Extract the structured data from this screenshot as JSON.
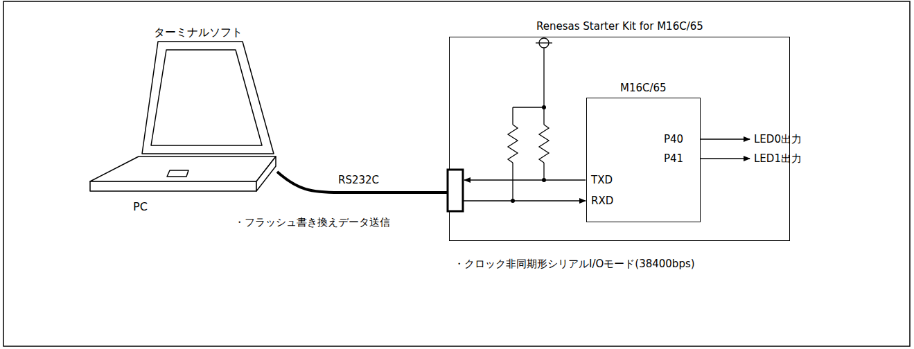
{
  "diagram": {
    "nodes": [
      {
        "text": [
          "ターミナルソフト",
          "PC"
        ]
      },
      {
        "text": [
          "Renesas Starter Kit for M16C/65"
        ]
      },
      {
        "text": [
          "M16C/65"
        ],
        "in": 1
      }
    ],
    "edges": [
      {
        "from": 0,
        "to": 1,
        "arrow": "none",
        "label": "RS232C"
      }
    ],
    "labels": [
      "P40",
      "P41",
      "TXD",
      "RXD",
      "LED0出力",
      "LED1出力",
      "・フラッシュ書き換えデータ送信",
      "・クロック非同期形シリアルI/Oモード(38400bps)"
    ]
  }
}
